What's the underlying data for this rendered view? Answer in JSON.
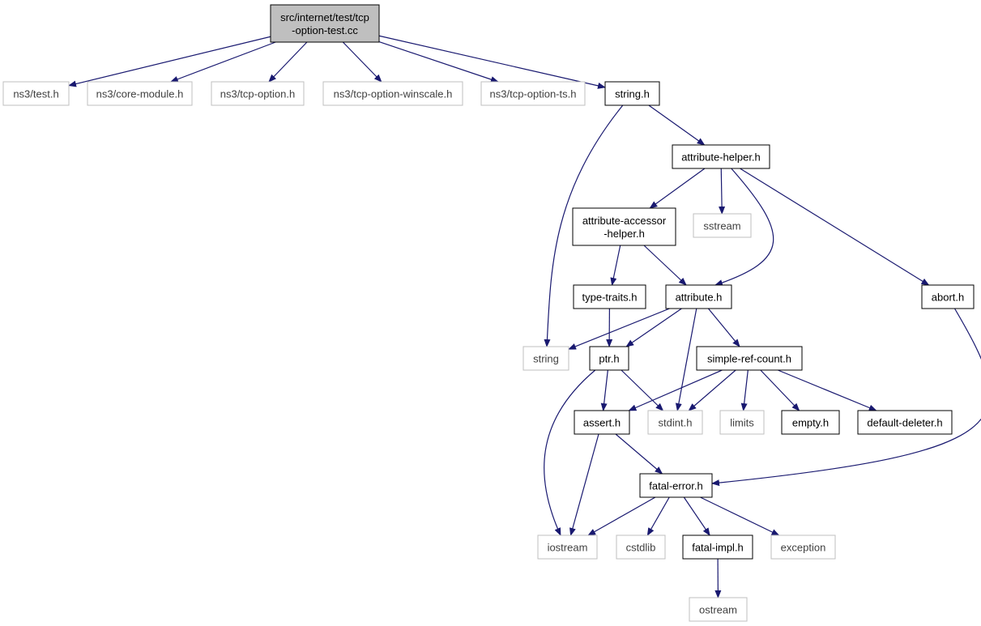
{
  "colors": {
    "edge": "#191970",
    "root_fill": "#bfbfbf",
    "node_fill": "#ffffff",
    "doc_border": "#000000",
    "ext_border": "#bfbfbf",
    "ext_text": "#404040",
    "text": "#000000"
  },
  "nodes": {
    "root": {
      "lines": [
        "src/internet/test/tcp",
        "-option-test.cc"
      ],
      "kind": "root"
    },
    "test_h": {
      "lines": [
        "ns3/test.h"
      ],
      "kind": "ext"
    },
    "core_module_h": {
      "lines": [
        "ns3/core-module.h"
      ],
      "kind": "ext"
    },
    "tcp_option_h": {
      "lines": [
        "ns3/tcp-option.h"
      ],
      "kind": "ext"
    },
    "tcp_option_winscale_h": {
      "lines": [
        "ns3/tcp-option-winscale.h"
      ],
      "kind": "ext"
    },
    "tcp_option_ts_h": {
      "lines": [
        "ns3/tcp-option-ts.h"
      ],
      "kind": "ext"
    },
    "string_h": {
      "lines": [
        "string.h"
      ],
      "kind": "doc"
    },
    "attribute_helper_h": {
      "lines": [
        "attribute-helper.h"
      ],
      "kind": "doc"
    },
    "attribute_accessor_helper_h": {
      "lines": [
        "attribute-accessor",
        "-helper.h"
      ],
      "kind": "doc"
    },
    "sstream": {
      "lines": [
        "sstream"
      ],
      "kind": "ext"
    },
    "abort_h": {
      "lines": [
        "abort.h"
      ],
      "kind": "doc"
    },
    "type_traits_h": {
      "lines": [
        "type-traits.h"
      ],
      "kind": "doc"
    },
    "attribute_h": {
      "lines": [
        "attribute.h"
      ],
      "kind": "doc"
    },
    "string": {
      "lines": [
        "string"
      ],
      "kind": "ext"
    },
    "ptr_h": {
      "lines": [
        "ptr.h"
      ],
      "kind": "doc"
    },
    "simple_ref_count_h": {
      "lines": [
        "simple-ref-count.h"
      ],
      "kind": "doc"
    },
    "assert_h": {
      "lines": [
        "assert.h"
      ],
      "kind": "doc"
    },
    "stdint_h": {
      "lines": [
        "stdint.h"
      ],
      "kind": "ext"
    },
    "limits": {
      "lines": [
        "limits"
      ],
      "kind": "ext"
    },
    "empty_h": {
      "lines": [
        "empty.h"
      ],
      "kind": "doc"
    },
    "default_deleter_h": {
      "lines": [
        "default-deleter.h"
      ],
      "kind": "doc"
    },
    "fatal_error_h": {
      "lines": [
        "fatal-error.h"
      ],
      "kind": "doc"
    },
    "iostream": {
      "lines": [
        "iostream"
      ],
      "kind": "ext"
    },
    "cstdlib": {
      "lines": [
        "cstdlib"
      ],
      "kind": "ext"
    },
    "fatal_impl_h": {
      "lines": [
        "fatal-impl.h"
      ],
      "kind": "doc"
    },
    "exception": {
      "lines": [
        "exception"
      ],
      "kind": "ext"
    },
    "ostream": {
      "lines": [
        "ostream"
      ],
      "kind": "ext"
    }
  },
  "edges": [
    [
      "root",
      "test_h"
    ],
    [
      "root",
      "core_module_h"
    ],
    [
      "root",
      "tcp_option_h"
    ],
    [
      "root",
      "tcp_option_winscale_h"
    ],
    [
      "root",
      "tcp_option_ts_h"
    ],
    [
      "root",
      "string_h"
    ],
    [
      "string_h",
      "attribute_helper_h"
    ],
    [
      "string_h",
      "string"
    ],
    [
      "attribute_helper_h",
      "attribute_accessor_helper_h"
    ],
    [
      "attribute_helper_h",
      "sstream"
    ],
    [
      "attribute_helper_h",
      "attribute_h"
    ],
    [
      "attribute_helper_h",
      "abort_h"
    ],
    [
      "attribute_accessor_helper_h",
      "type_traits_h"
    ],
    [
      "attribute_accessor_helper_h",
      "attribute_h"
    ],
    [
      "type_traits_h",
      "ptr_h"
    ],
    [
      "attribute_h",
      "string"
    ],
    [
      "attribute_h",
      "ptr_h"
    ],
    [
      "attribute_h",
      "stdint_h"
    ],
    [
      "attribute_h",
      "simple_ref_count_h"
    ],
    [
      "abort_h",
      "fatal_error_h"
    ],
    [
      "ptr_h",
      "assert_h"
    ],
    [
      "ptr_h",
      "stdint_h"
    ],
    [
      "ptr_h",
      "iostream"
    ],
    [
      "simple_ref_count_h",
      "assert_h"
    ],
    [
      "simple_ref_count_h",
      "stdint_h"
    ],
    [
      "simple_ref_count_h",
      "limits"
    ],
    [
      "simple_ref_count_h",
      "empty_h"
    ],
    [
      "simple_ref_count_h",
      "default_deleter_h"
    ],
    [
      "assert_h",
      "fatal_error_h"
    ],
    [
      "assert_h",
      "iostream"
    ],
    [
      "fatal_error_h",
      "iostream"
    ],
    [
      "fatal_error_h",
      "cstdlib"
    ],
    [
      "fatal_error_h",
      "fatal_impl_h"
    ],
    [
      "fatal_error_h",
      "exception"
    ],
    [
      "fatal_impl_h",
      "ostream"
    ]
  ]
}
